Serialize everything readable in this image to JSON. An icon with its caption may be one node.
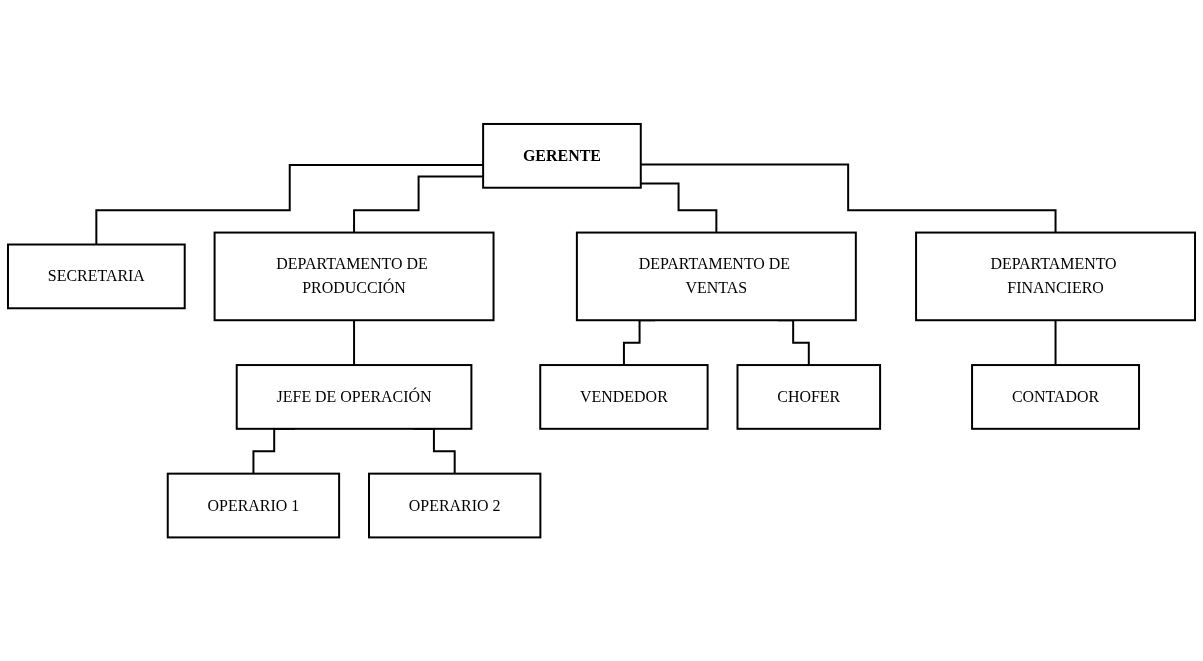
{
  "diagram": {
    "nodes": [
      {
        "text": [
          "GERENTE"
        ]
      },
      {
        "text": [
          "SECRETARIA"
        ]
      },
      {
        "text": [
          "DEPARTAMENTO DE PRODUCCIÓN"
        ]
      },
      {
        "text": [
          "DEPARTAMENTO DE VENTAS"
        ]
      },
      {
        "text": [
          "DEPARTAMENTO FINANCIERO"
        ]
      },
      {
        "text": [
          "JEFE DE OPERACIÓN"
        ]
      },
      {
        "text": [
          "VENDEDOR"
        ]
      },
      {
        "text": [
          "CHOFER"
        ]
      },
      {
        "text": [
          "CONTADOR"
        ]
      },
      {
        "text": [
          "OPERARIO 1"
        ]
      },
      {
        "text": [
          "OPERARIO 2"
        ]
      }
    ],
    "edges": [
      {
        "from": 0,
        "to": 1,
        "arrow": "none"
      },
      {
        "from": 0,
        "to": 2,
        "arrow": "none"
      },
      {
        "from": 0,
        "to": 3,
        "arrow": "none"
      },
      {
        "from": 0,
        "to": 4,
        "arrow": "none"
      },
      {
        "from": 2,
        "to": 5,
        "arrow": "none"
      },
      {
        "from": 3,
        "to": 6,
        "arrow": "none"
      },
      {
        "from": 3,
        "to": 7,
        "arrow": "none"
      },
      {
        "from": 4,
        "to": 8,
        "arrow": "none"
      },
      {
        "from": 5,
        "to": 9,
        "arrow": "none"
      },
      {
        "from": 5,
        "to": 10,
        "arrow": "none"
      }
    ]
  }
}
